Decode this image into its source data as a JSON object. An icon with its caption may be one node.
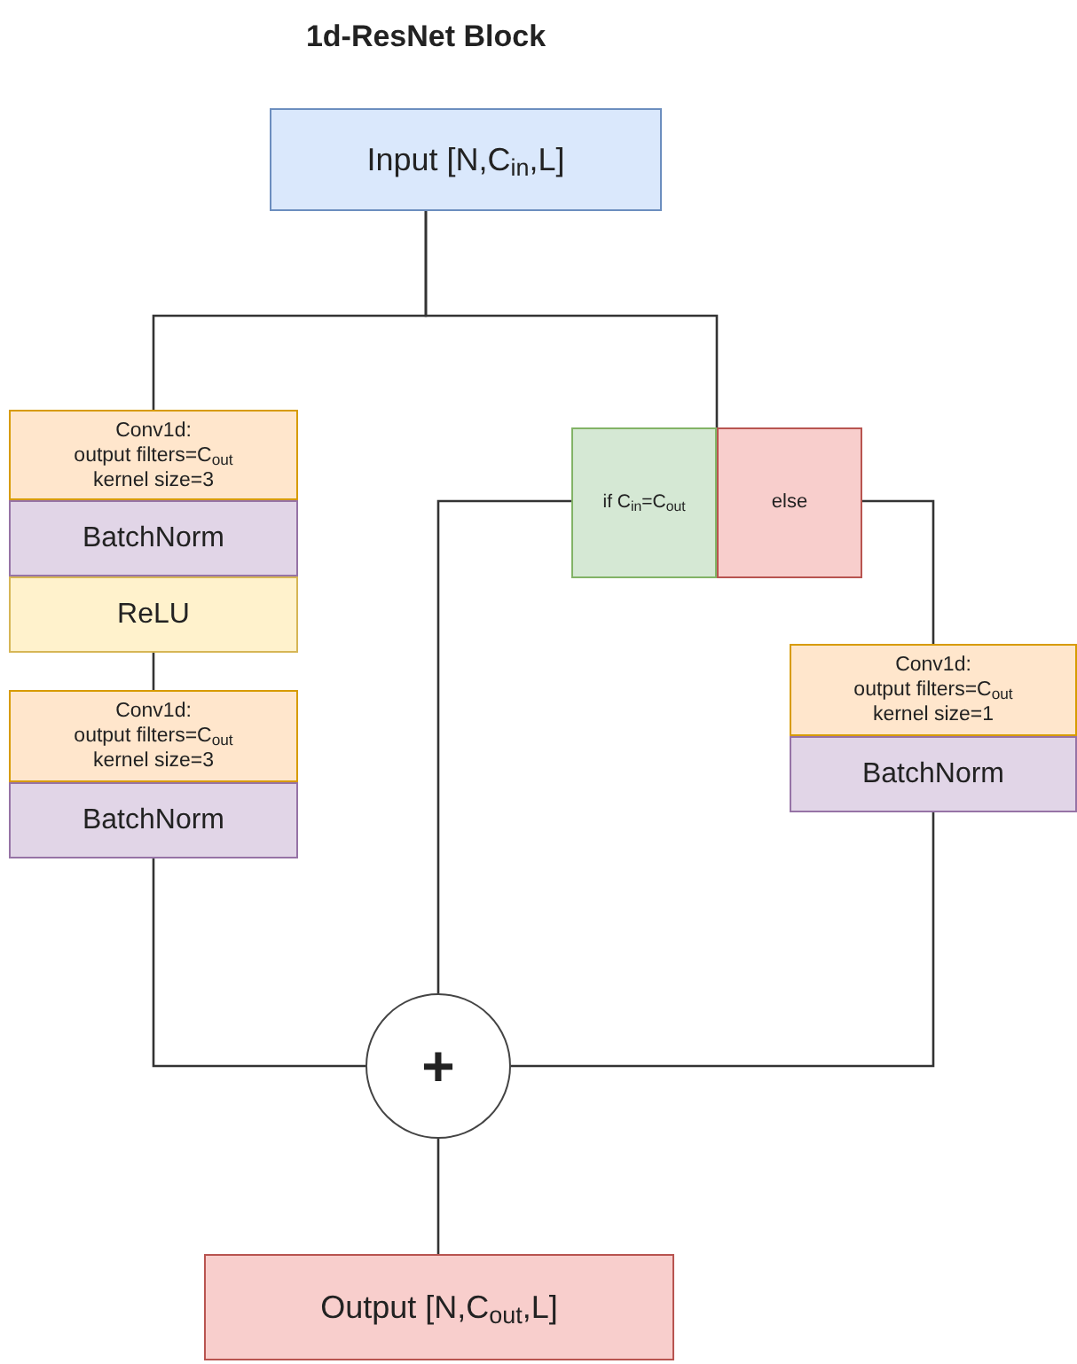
{
  "diagram": {
    "title": "1d-ResNet Block",
    "nodes": [
      {
        "text": [
          "Input [N,C$_{in}$,L]"
        ]
      },
      {
        "text": [
          "Conv1d:",
          "output filters=C$_{out}$",
          "kernel size=3"
        ]
      },
      {
        "text": [
          "BatchNorm"
        ]
      },
      {
        "text": [
          "ReLU"
        ]
      },
      {
        "text": [
          "Conv1d:",
          "output filters=C$_{out}$",
          "kernel size=3"
        ]
      },
      {
        "text": [
          "BatchNorm"
        ]
      },
      {
        "text": [
          "if C$_{in}$=C$_{out}$"
        ]
      },
      {
        "text": [
          "else"
        ]
      },
      {
        "text": [
          "Conv1d:",
          "output filters=C$_{out}$",
          "kernel size=1"
        ]
      },
      {
        "text": [
          "BatchNorm"
        ]
      },
      {
        "text": [
          "+"
        ]
      },
      {
        "text": [
          "Output [N,C$_{out}$,L]"
        ]
      }
    ],
    "edges": [
      {
        "from": 0,
        "to": 1,
        "arrow": "none"
      },
      {
        "from": 0,
        "to": 6,
        "arrow": "none"
      },
      {
        "from": 3,
        "to": 4,
        "arrow": "none"
      },
      {
        "from": 5,
        "to": 10,
        "arrow": "none"
      },
      {
        "from": 6,
        "to": 10,
        "arrow": "none"
      },
      {
        "from": 7,
        "to": 8,
        "arrow": "none"
      },
      {
        "from": 9,
        "to": 10,
        "arrow": "none"
      },
      {
        "from": 10,
        "to": 11,
        "arrow": "none"
      }
    ]
  }
}
